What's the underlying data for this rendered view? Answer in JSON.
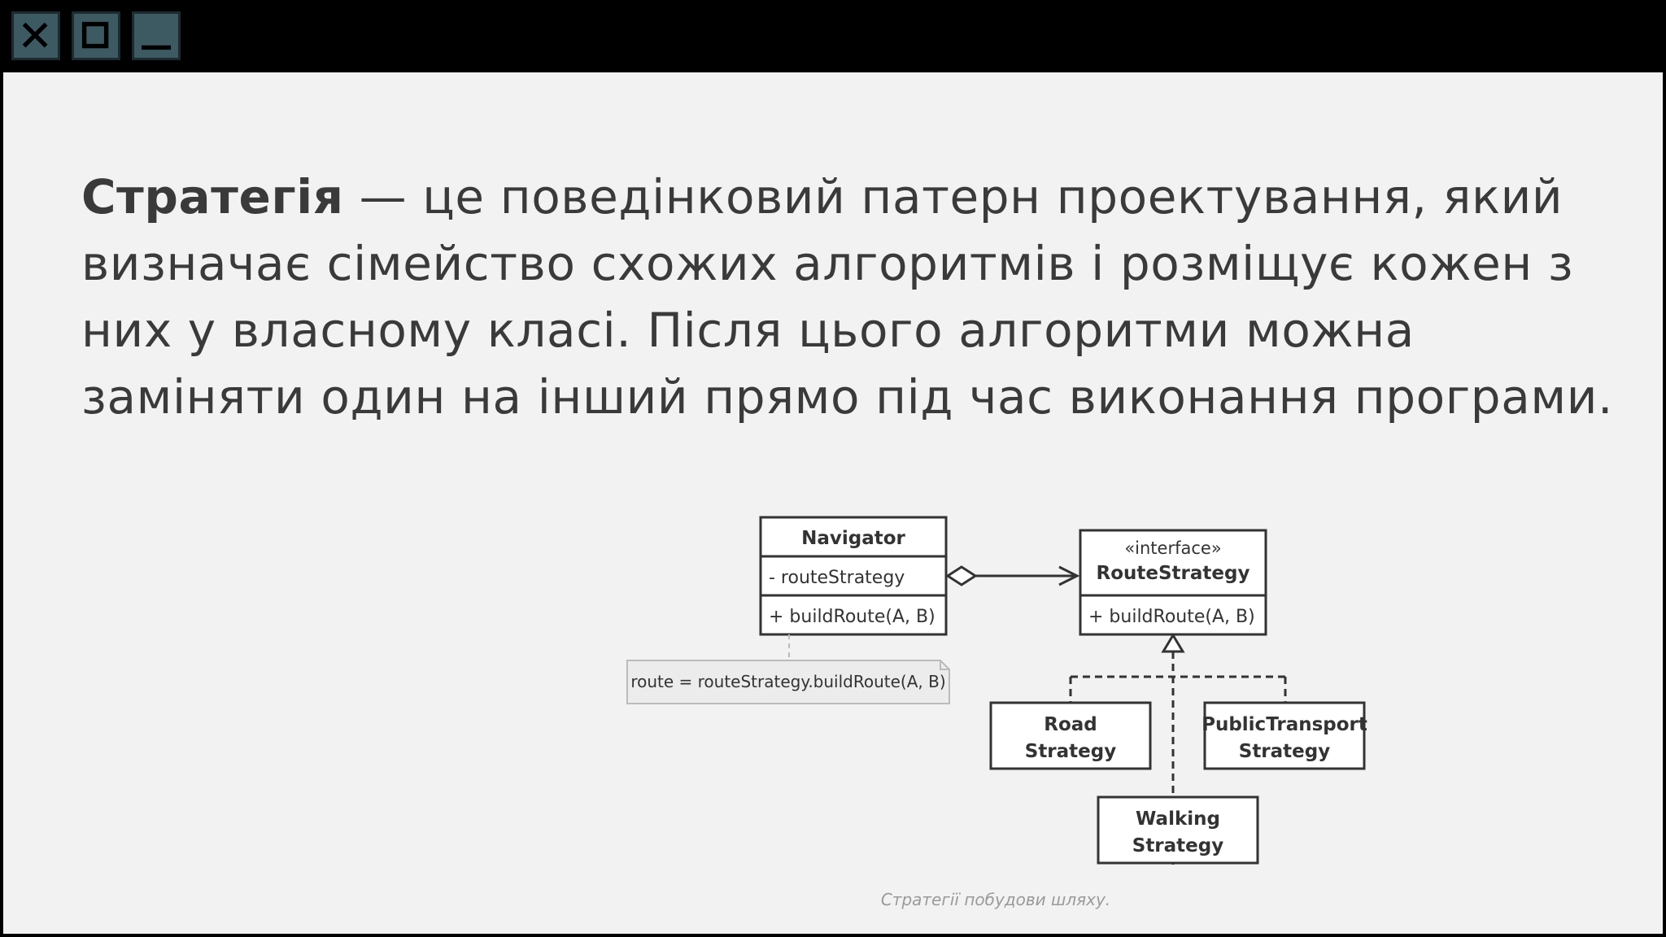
{
  "window_controls": {
    "close_icon": "close-icon",
    "maximize_icon": "maximize-icon",
    "minimize_icon": "minimize-icon",
    "button_color": "#3d5a63"
  },
  "slide": {
    "term": "Стратегія",
    "definition": " — це поведінковий патерн проектування, який визначає сімейство схожих алгоритмів і розміщує кожен з них у власному класі. Після цього алгоритми можна заміняти один на інший прямо під час виконання програми.",
    "caption": "Стратегії побудови шляху."
  },
  "diagram": {
    "navigator": {
      "name": "Navigator",
      "field": "- routeStrategy",
      "method": "+ buildRoute(A, B)"
    },
    "note": "route = routeStrategy.buildRoute(A, B)",
    "route_strategy": {
      "stereotype": "«interface»",
      "name": "RouteStrategy",
      "method": "+ buildRoute(A, B)"
    },
    "road_strategy": {
      "line1": "Road",
      "line2": "Strategy"
    },
    "public_transport_strategy": {
      "line1": "PublicTransport",
      "line2": "Strategy"
    },
    "walking_strategy": {
      "line1": "Walking",
      "line2": "Strategy"
    }
  }
}
